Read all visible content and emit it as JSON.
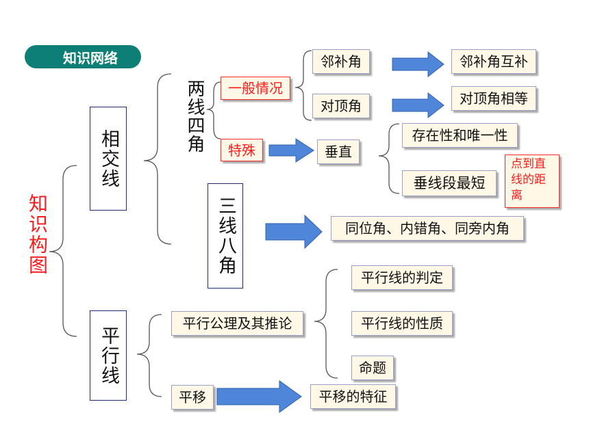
{
  "header": {
    "badge": "知识网络"
  },
  "main_title": "知识构图",
  "nodes": {
    "xiangjiaoxian": "相交线",
    "pingxingxian": "平行线",
    "liangxian_sijiao": "两线四角",
    "sanxian_bajiao": "三线八角",
    "yiban_qingkuang": "一般情况",
    "teshu": "特殊",
    "linbujiao": "邻补角",
    "duidingjiao": "对顶角",
    "linbujiao_hubu": "邻补角互补",
    "duidingjiao_xiangdeng": "对顶角相等",
    "chuizhi": "垂直",
    "cunzaixing": "存在性和唯一性",
    "chuixianduan": "垂线段最短",
    "dian_dao_zhixian": "点到直线的距离",
    "tongweijiao": "同位角、内错角、同旁内角",
    "pingxing_gongli": "平行公理及其推论",
    "pingyi": "平移",
    "pingxingxian_panding": "平行线的判定",
    "pingxingxian_xingzhi": "平行线的性质",
    "mingti": "命题",
    "pingyi_tezheng": "平移的特征"
  },
  "colors": {
    "badge_bg": "#0e7f76",
    "red_text": "#ff1a1a",
    "arrow_fill": "#4f86d9",
    "box_bg": "#fff8e7"
  }
}
